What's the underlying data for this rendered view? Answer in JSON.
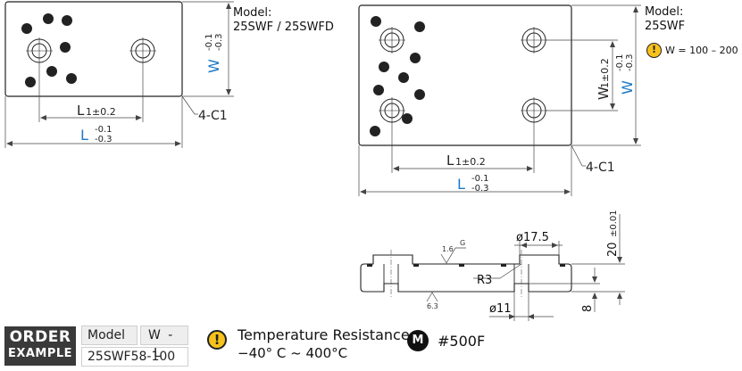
{
  "left_view": {
    "model_label": "Model:",
    "model_value": "25SWF / 25SWFD",
    "w_symbol": "W",
    "w_tol_upper": "-0.1",
    "w_tol_lower": "-0.3",
    "l1_symbol": "L",
    "l1_sub": "1±0.2",
    "l_symbol": "L",
    "l_tol_upper": "-0.1",
    "l_tol_lower": "-0.3",
    "chamfer": "4-C1"
  },
  "right_view": {
    "model_label": "Model:",
    "model_value": "25SWF",
    "w_note": "W = 100 – 200",
    "w1_symbol": "W",
    "w1_sub": "1±0.2",
    "w_symbol": "W",
    "w_tol_upper": "-0.1",
    "w_tol_lower": "-0.3",
    "l1_symbol": "L",
    "l1_sub": "1±0.2",
    "l_symbol": "L",
    "l_tol_upper": "-0.1",
    "l_tol_lower": "-0.3",
    "chamfer": "4-C1"
  },
  "section_view": {
    "thickness": "20",
    "thickness_tol": "±0.01",
    "counterbore": "ø17.5",
    "hole": "ø11",
    "depth": "8",
    "radius": "R3",
    "roughness_top": "1.6",
    "roughness_top_g": "G",
    "roughness_bottom": "6.3"
  },
  "order": {
    "title_line1": "ORDER",
    "title_line2": "EXAMPLE",
    "col_model": "Model",
    "col_w": "W",
    "col_dash": "-",
    "col_l": "L",
    "example": "25SWF58-100"
  },
  "notes": {
    "warn_glyph": "!",
    "temp_title": "Temperature Resistance",
    "temp_value": "−40° C ~ 400°C",
    "material_glyph": "M",
    "material": "#500F"
  },
  "colors": {
    "blue": "#1b78c8",
    "warning": "#f7c21b",
    "order_bg": "#3a3a3a"
  }
}
